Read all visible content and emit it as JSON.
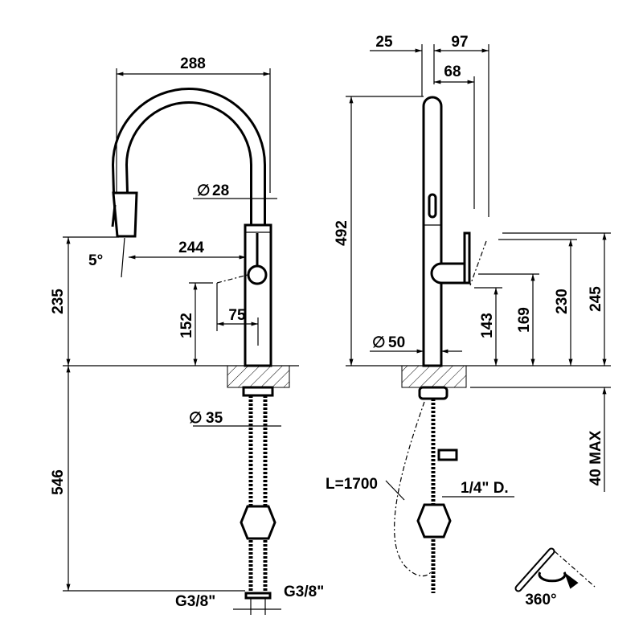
{
  "front_view": {
    "width_total": "288",
    "spout_diameter": "28",
    "spout_reach": "244",
    "tilt_angle": "5°",
    "spout_outlet_height": "235",
    "lever_height": "152",
    "lever_offset": "75",
    "shank_diameter": "35",
    "hose_length_below": "546",
    "connection_left": "G3/8\"",
    "connection_right": "G3/8\""
  },
  "side_view": {
    "offset_25": "25",
    "offset_97": "97",
    "offset_68": "68",
    "total_height": "492",
    "base_diameter": "50",
    "height_143": "143",
    "height_169": "169",
    "height_230": "230",
    "height_245": "245",
    "counter_thickness": "40 MAX",
    "hose_length": "L=1700",
    "valve_connection": "1/4\" D."
  },
  "rotation": {
    "label": "360°"
  }
}
